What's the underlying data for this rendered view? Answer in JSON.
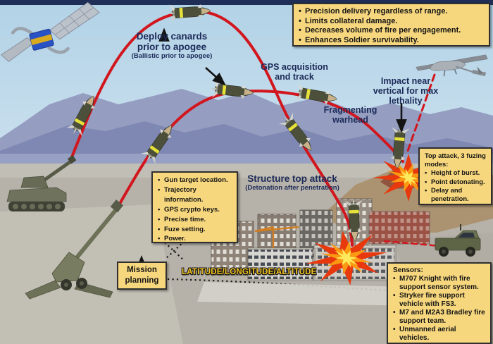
{
  "title": "Precision guided projectile concept diagram",
  "labels": {
    "deploy1": "Deploy canards",
    "deploy2": "prior to apogee",
    "deploy_sub": "(Ballistic prior to apogee)",
    "gps1": "GPS acquisition",
    "gps2": "and track",
    "impact1": "Impact near",
    "impact2": "vertical for max",
    "impact3": "lethality",
    "frag1": "Fragmenting",
    "frag2": "warhead",
    "structure1": "Structure top attack",
    "structure_sub": "(Detonation after penetration)",
    "coords": "LATITUDE/LONGITUDE/ALTITUDE"
  },
  "callouts": {
    "benefits": {
      "bullets": [
        "Precision delivery regardless of range.",
        "Limits collateral damage.",
        "Decreases volume of fire per engagement.",
        "Enhances Soldier survivability."
      ]
    },
    "fuzing": {
      "title": "Top attack, 3 fuzing modes:",
      "bullets": [
        "Height of burst.",
        "Point detonating.",
        "Delay and penetration."
      ]
    },
    "gun_data": {
      "bullets": [
        "Gun target location.",
        "Trajectory information.",
        "GPS crypto keys.",
        "Precise time.",
        "Fuze setting.",
        "Power."
      ]
    },
    "mission": {
      "line1": "Mission",
      "line2": "planning"
    },
    "sensors": {
      "title": "Sensors:",
      "bullets": [
        "M707 Knight with fire support sensor system.",
        "Stryker fire support vehicle with FS3.",
        "M7 and M2A3 Bradley fire support team.",
        "Unmanned aerial vehicles."
      ]
    }
  },
  "icons": {
    "satellite-icon": "gps satellite with solar panels",
    "uav-icon": "unmanned aerial vehicle",
    "self-propelled-howitzer-icon": "tracked artillery vehicle",
    "towed-howitzer-icon": "M777 towed howitzer",
    "projectile-icon": "guided artillery shell with canards",
    "explosion-icon": "starburst detonation",
    "truck-icon": "military sensor vehicle",
    "city-icon": "urban target buildings"
  },
  "colors": {
    "trajectory_red": "#d2161e",
    "callout_bg": "#f7d77e",
    "callout_border": "#2f2f2f",
    "label_navy": "#1c2a58",
    "coord_yellow": "#f8c61e",
    "sky": "#bedbec",
    "mountains": "#7d87b1",
    "ground": "#b6b2aa",
    "explosion_orange": "#fb9a12"
  }
}
